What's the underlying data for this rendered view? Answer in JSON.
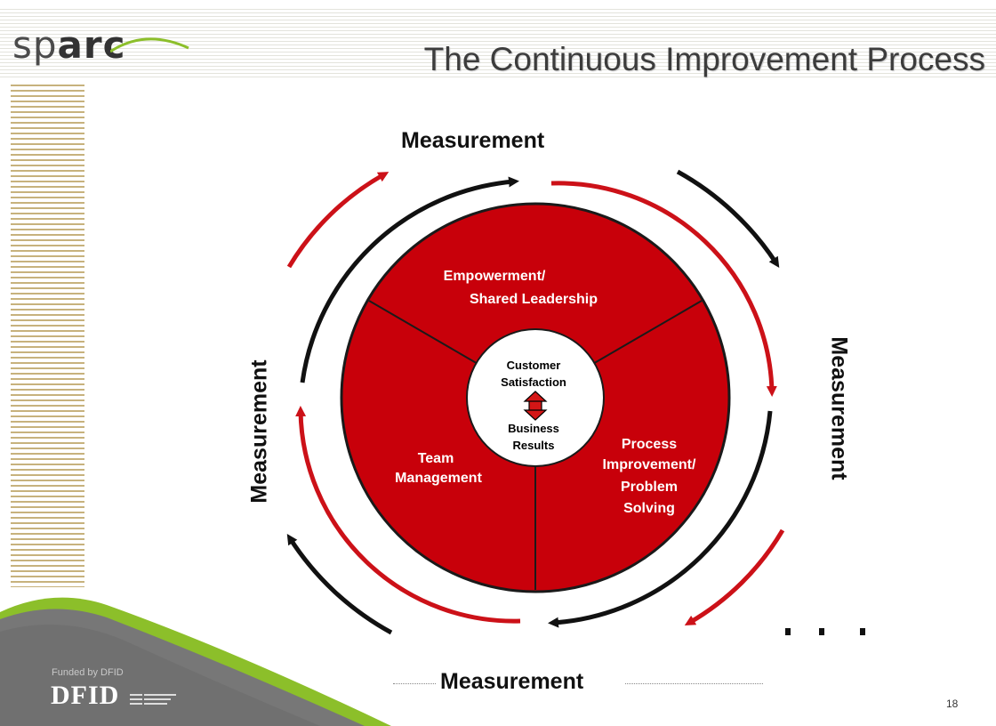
{
  "logo": {
    "light": "sp",
    "bold": "arc"
  },
  "title": "The Continuous Improvement Process",
  "measurement_labels": {
    "top": "Measurement",
    "left": "Measurement",
    "right": "Measurement",
    "bottom": "Measurement"
  },
  "segments": {
    "empowerment": {
      "line1": "Empowerment/",
      "line2": "Shared Leadership"
    },
    "team": {
      "line1": "Team",
      "line2": "Management"
    },
    "process": {
      "line1": "Process",
      "line2": "Improvement/",
      "line3": "Problem",
      "line4": "Solving"
    }
  },
  "hub": {
    "line1": "Customer",
    "line2": "Satisfaction",
    "line3": "Business",
    "line4": "Results"
  },
  "footer": {
    "funded_by": "Funded by DFID",
    "dfid": "DFID"
  },
  "page_number": "18",
  "colors": {
    "wheel_red": "#c8000a",
    "arrow_red": "#cc1118",
    "arrow_black": "#111111",
    "stripe_gold": "#c7b27d",
    "footer_gray": "#777777",
    "footer_green": "#8cbf2a"
  },
  "icons": [
    "double-vertical-arrow-icon",
    "logo-swoosh-icon"
  ]
}
